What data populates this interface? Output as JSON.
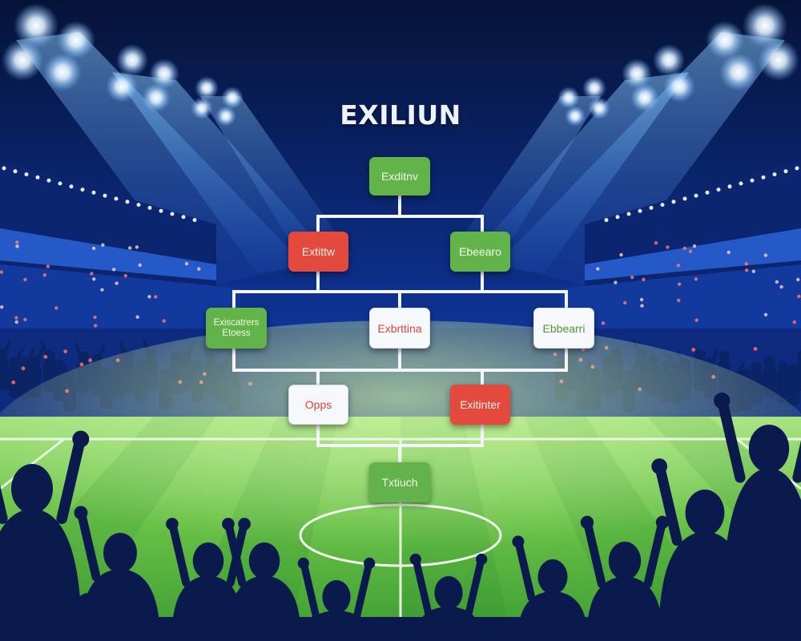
{
  "diagram": {
    "title": "EXILIUN",
    "nodes": {
      "top": {
        "label": "Exditnv",
        "color": "green"
      },
      "r2_left": {
        "label": "Extittw",
        "color": "red"
      },
      "r2_right": {
        "label": "Ebeearo",
        "color": "green"
      },
      "r3_left": {
        "label": "Exiscatrers Etoess",
        "color": "green"
      },
      "r3_center": {
        "label": "Exbrttina",
        "color": "white",
        "text_color": "red"
      },
      "r3_right": {
        "label": "Ebbearri",
        "color": "white",
        "text_color": "green"
      },
      "r4_left": {
        "label": "Opps",
        "color": "white",
        "text_color": "red"
      },
      "r4_right": {
        "label": "Exitinter",
        "color": "red"
      },
      "bottom": {
        "label": "Txtiuch",
        "color": "green"
      }
    }
  },
  "colors": {
    "sky_top": "#07163f",
    "sky_mid": "#0f3aa6",
    "pitch_light": "#8fd56a",
    "pitch_dark": "#3c9a31",
    "node_green": "#62b34a",
    "node_red": "#e4493d",
    "node_white": "#f6f8fb",
    "connector": "#f4f6fb",
    "crowd_silhouette": "#0b1a4d"
  }
}
